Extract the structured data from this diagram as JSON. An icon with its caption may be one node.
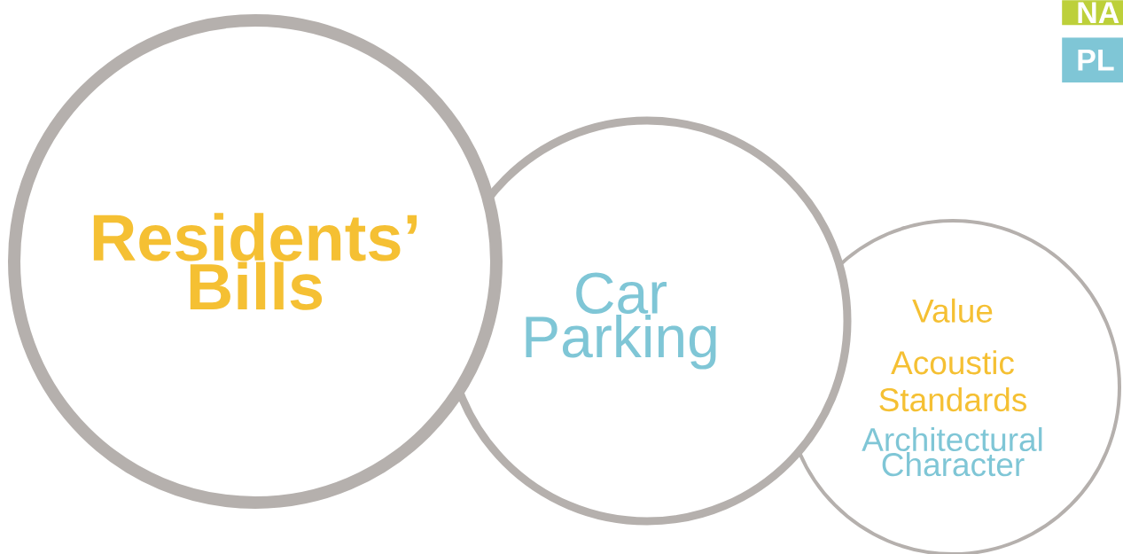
{
  "diagram": {
    "nodes": [
      {
        "text": [
          "Residents’ Bills"
        ]
      },
      {
        "text": [
          "Car Parking"
        ]
      },
      {
        "text": [
          "Value",
          "Acoustic Standards",
          "Architectural Character"
        ]
      },
      {
        "text": [
          "NA"
        ]
      },
      {
        "text": [
          "PL"
        ]
      }
    ]
  }
}
